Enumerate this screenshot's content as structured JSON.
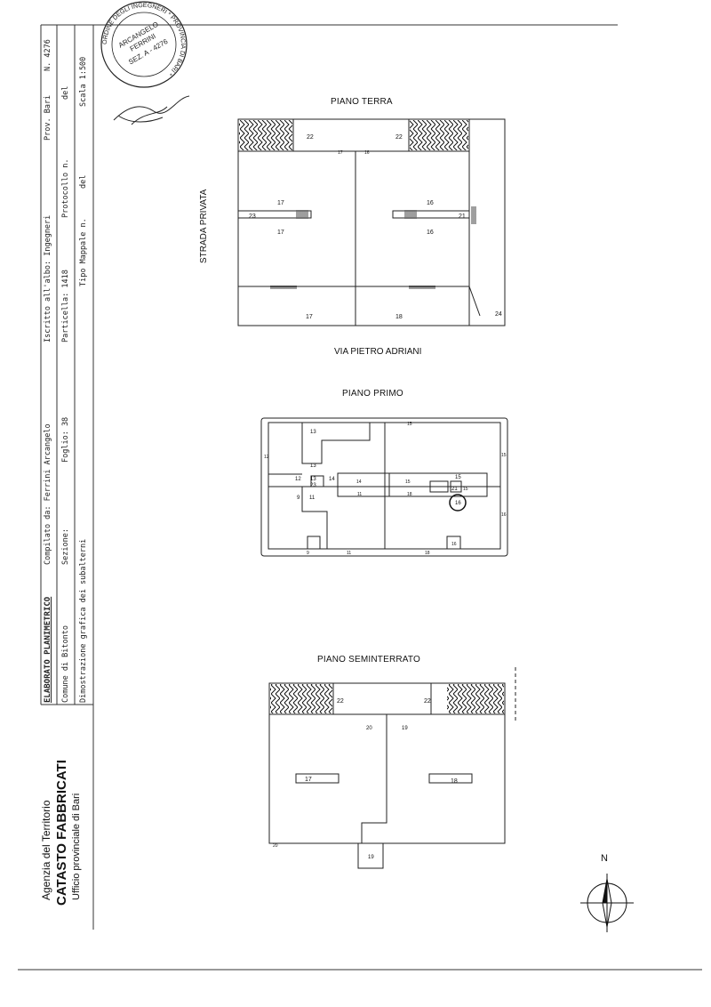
{
  "header": {
    "title": "ELABORATO PLANIMETRICO",
    "compiled_by": "Compilato da: Ferrini Arcangelo",
    "registered": "Iscritto all'albo: Ingegneri",
    "province": "Prov. Bari",
    "number": "N. 4276",
    "municipality": "Comune di Bitonto",
    "section": "Sezione:",
    "sheet": "Foglio: 38",
    "parcel": "Particella: 1418",
    "protocol": "Protocollo n.",
    "protocol_del": "del",
    "demonstration": "Dimostrazione grafica dei subalterni",
    "type_map": "Tipo Mappale n.",
    "type_map_del": "del",
    "scale": "Scala 1:500"
  },
  "agency": {
    "line1": "Agenzia del Territorio",
    "line2": "CATASTO FABBRICATI",
    "line3": "Ufficio provinciale di  Bari"
  },
  "stamp": {
    "ring_text": "ORDINE DEGLI INGEGNERI * PROVINCIA DI BARI *",
    "name1": "ARCANGELO",
    "name2": "FERRINI",
    "section": "SEZ. A - 4276"
  },
  "floors": {
    "ground": {
      "title": "PIANO TERRA",
      "side_street": "STRADA PRIVATA",
      "front_street": "VIA PIETRO ADRIANI",
      "labels": [
        "22",
        "22",
        "17",
        "17",
        "17",
        "16",
        "16",
        "16",
        "23",
        "21",
        "17",
        "18",
        "24"
      ]
    },
    "first": {
      "title": "PIANO PRIMO",
      "labels": [
        "13",
        "12",
        "13",
        "15",
        "15",
        "13",
        "12",
        "14",
        "14",
        "15",
        "15",
        "23",
        "21",
        "15",
        "11",
        "18",
        "16",
        "9",
        "11",
        "9",
        "11",
        "18",
        "16",
        "16"
      ]
    },
    "basement": {
      "title": "PIANO SEMINTERRATO",
      "labels": [
        "22",
        "22",
        "20",
        "19",
        "17",
        "18",
        "19",
        "20"
      ]
    }
  },
  "north": {
    "label": "N"
  }
}
